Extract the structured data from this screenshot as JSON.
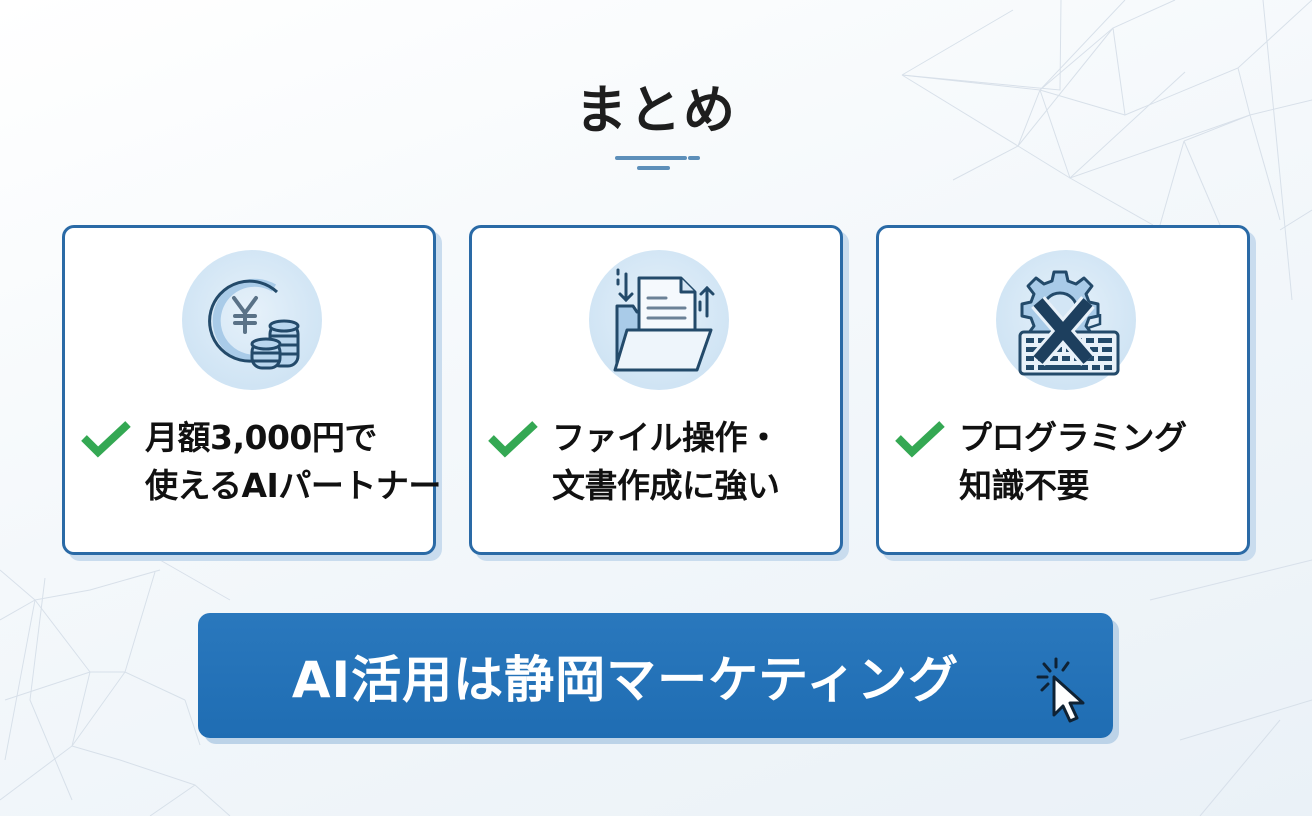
{
  "page": {
    "title": "まとめ"
  },
  "cards": [
    {
      "icon": "yen-coins-icon",
      "check_icon": "checkmark-icon",
      "lines": [
        "月額3,000円で",
        "使えるAIパートナー"
      ]
    },
    {
      "icon": "folder-document-icon",
      "check_icon": "checkmark-icon",
      "lines": [
        "ファイル操作・",
        "文書作成に強い"
      ]
    },
    {
      "icon": "no-coding-keyboard-icon",
      "check_icon": "checkmark-icon",
      "lines": [
        "プログラミング",
        "知識不要"
      ]
    }
  ],
  "cta": {
    "label": "AI活用は静岡マーケティング",
    "icon": "cursor-click-icon"
  },
  "colors": {
    "accent_blue": "#2a6aa6",
    "button_blue": "#2373b8",
    "check_green": "#34a853",
    "icon_bg": "#d3e6f5",
    "text_dark": "#111111"
  }
}
